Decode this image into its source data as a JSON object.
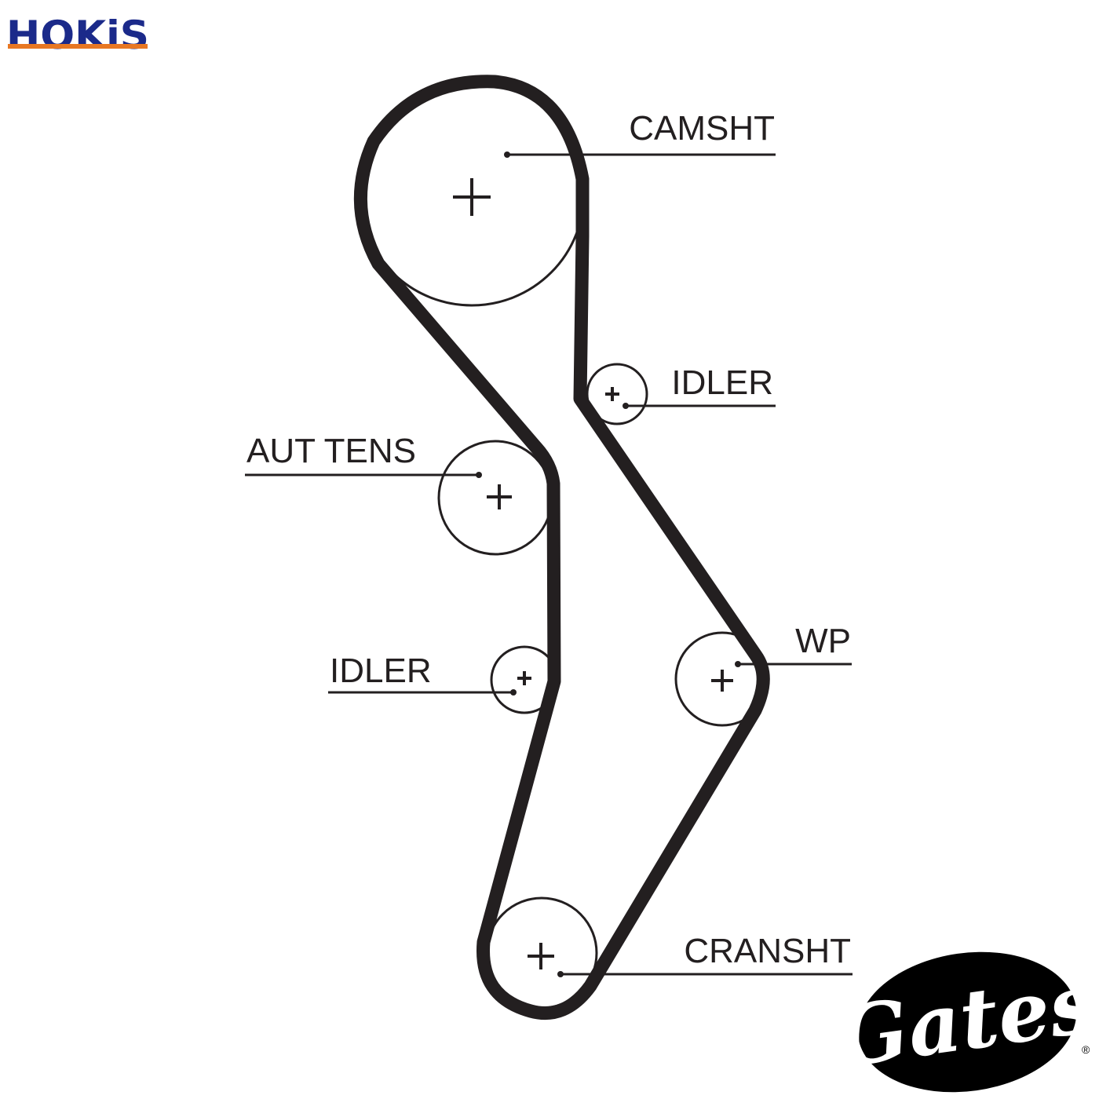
{
  "brand": {
    "hokis": {
      "text": "HOKiS",
      "color_main": "#1b2a8a",
      "color_accent": "#e87722"
    },
    "gates": {
      "text": "Gates",
      "reg": "®",
      "color": "#000000"
    }
  },
  "diagram": {
    "belt_color": "#231f20",
    "labels": {
      "camshaft": "CAMSHT",
      "idler_upper": "IDLER",
      "tensioner": "AUT TENS",
      "idler_lower": "IDLER",
      "water_pump": "WP",
      "crankshaft": "CRANSHT"
    }
  }
}
